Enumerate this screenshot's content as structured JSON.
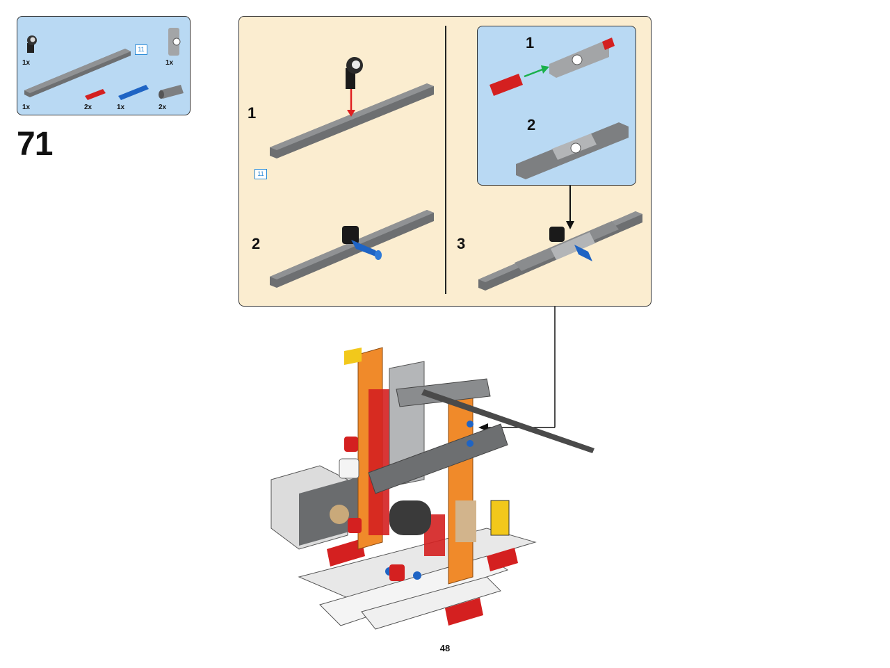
{
  "parts_list": {
    "items": [
      {
        "part": "pin-connector-black",
        "qty": "1x"
      },
      {
        "part": "beam-11",
        "qty": "1x",
        "length_badge": "11"
      },
      {
        "part": "axle-joiner-grey",
        "qty": "1x"
      },
      {
        "part": "axle-2-red",
        "qty": "2x"
      },
      {
        "part": "pin-blue",
        "qty": "1x"
      },
      {
        "part": "bush-grey",
        "qty": "2x"
      }
    ]
  },
  "step": {
    "number": "71"
  },
  "sub_steps": {
    "left_panel": [
      {
        "label": "1",
        "length_badge": "11"
      },
      {
        "label": "2"
      }
    ],
    "inner_panel": [
      {
        "label": "1"
      },
      {
        "label": "2"
      }
    ],
    "right_label": "3"
  },
  "colors": {
    "parts_bg": "#b9d9f3",
    "subassembly_bg": "#fbedd0",
    "beam_grey": "#7a7c7e",
    "orange": "#f08a2a",
    "red": "#d42020",
    "blue": "#1f64c4",
    "arrow_red": "#e02020",
    "arrow_green": "#19b04a"
  },
  "page": {
    "number": "48"
  }
}
